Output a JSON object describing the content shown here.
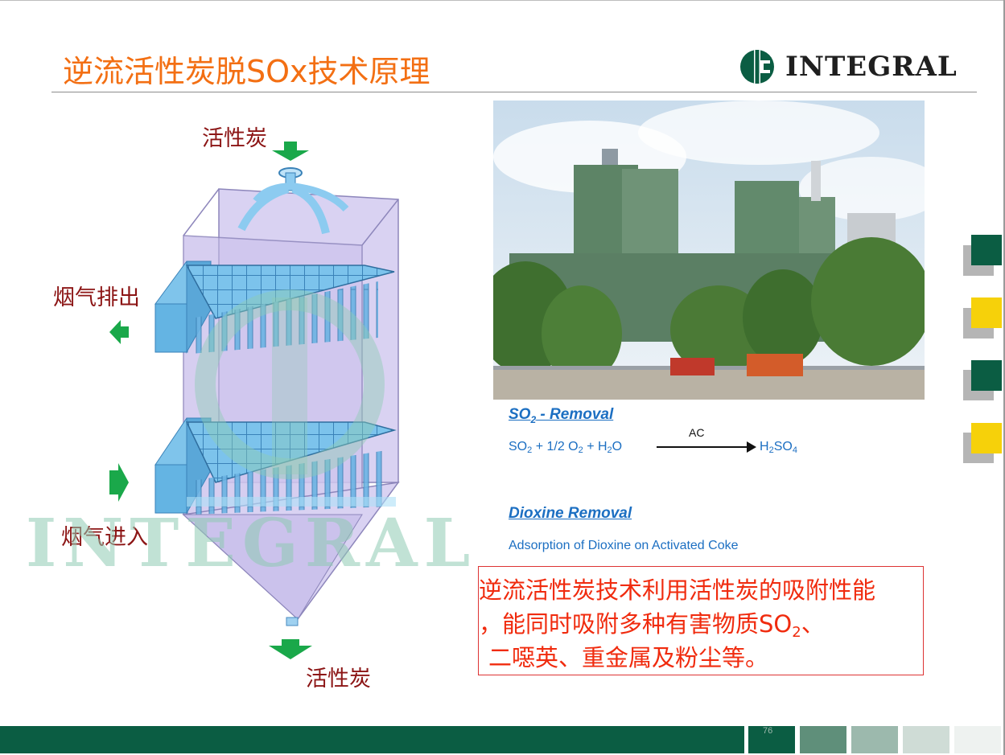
{
  "slide": {
    "title": "逆流活性炭脱SOx技术原理",
    "page_number": "76"
  },
  "logo": {
    "text": "INTEGRAL",
    "mark_icon": "integral-logo-icon"
  },
  "watermark": {
    "text": "INTEGRAL"
  },
  "diagram": {
    "labels": {
      "carbon_in": "活性炭",
      "gas_out": "烟气排出",
      "gas_in": "烟气进入",
      "carbon_out": "活性炭"
    }
  },
  "so2": {
    "heading_pre": "SO",
    "heading_sub": "2",
    "heading_post": " - Removal",
    "catalyst": "AC",
    "eq": {
      "a": "SO",
      "a_sub": "2",
      "b": " + 1/2 O",
      "b_sub": "2",
      "c": " + H",
      "c_sub": "2",
      "d": "O",
      "p": "H",
      "p_sub": "2",
      "p2": "SO",
      "p2_sub": "4"
    }
  },
  "dioxine": {
    "heading": "Dioxine Removal",
    "text": "Adsorption of Dioxine on Activated Coke"
  },
  "note": {
    "line1": "逆流活性炭技术利用活性炭的吸附性能",
    "line2_pre": "，能同时吸附多种有害物质SO",
    "line2_sub": "2",
    "line2_post": "、",
    "line3": "二噁英、重金属及粉尘等。"
  },
  "colors": {
    "title": "#f36f13",
    "label": "#8c1515",
    "blue_text": "#1c6fc2",
    "note_text": "#f02b0e",
    "footer_green": "#0b5d43",
    "tile_yellow": "#f6d10a",
    "tile_green": "#0b5d43",
    "arrow_green": "#1aa84a"
  }
}
